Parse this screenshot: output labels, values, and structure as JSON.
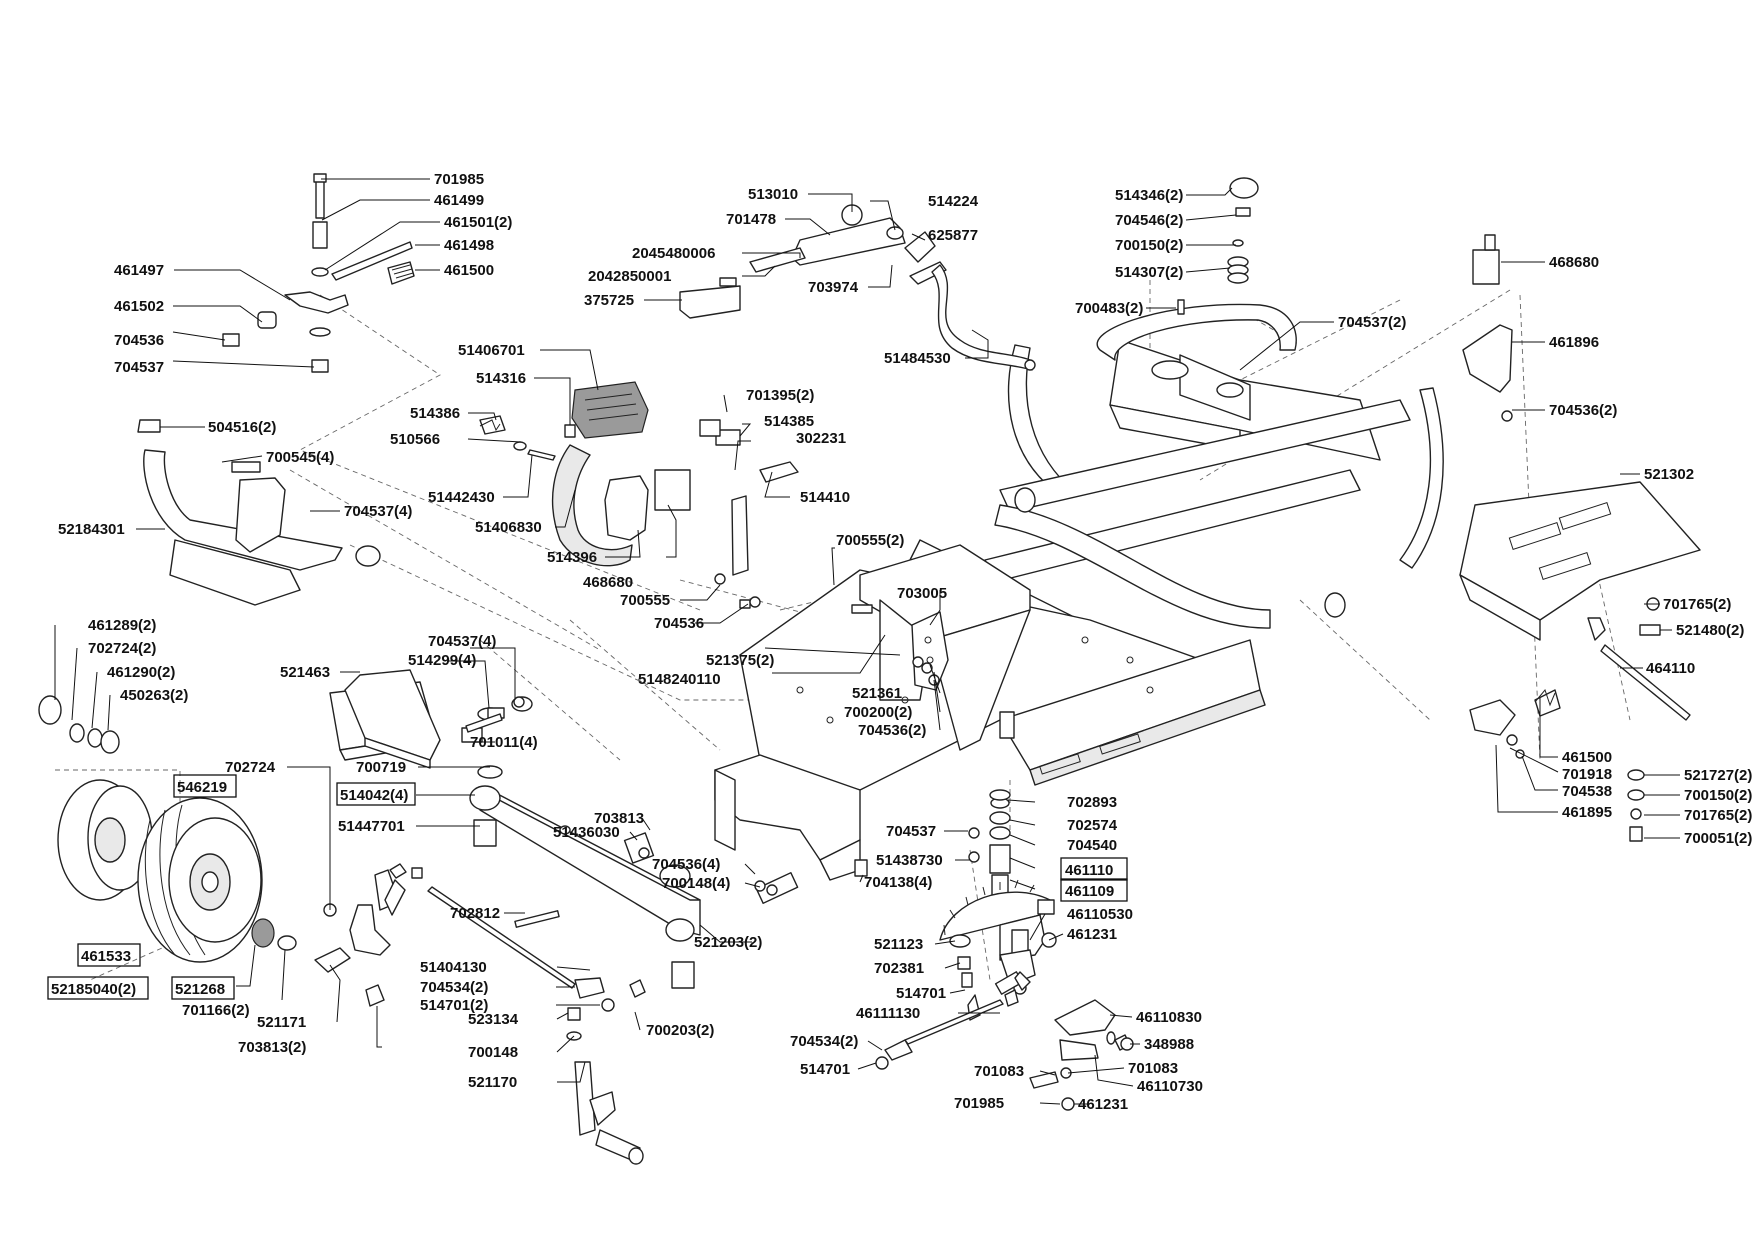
{
  "labels": {
    "l701985a": "701985",
    "l461499": "461499",
    "l461501": "461501(2)",
    "l461498": "461498",
    "l461497": "461497",
    "l461500a": "461500",
    "l461502": "461502",
    "l704536a": "704536",
    "l704537a": "704537",
    "l504516": "504516(2)",
    "l700545": "700545(4)",
    "l704537b": "704537(4)",
    "l52184301": "52184301",
    "l513010": "513010",
    "l514224": "514224",
    "l701478": "701478",
    "l625877": "625877",
    "l2045480006": "2045480006",
    "l2042850001": "2042850001",
    "l703974": "703974",
    "l375725": "375725",
    "l51484530": "51484530",
    "l51406701": "51406701",
    "l514316": "514316",
    "l514386": "514386",
    "l510566": "510566",
    "l51442430": "51442430",
    "l51406830": "51406830",
    "l514396": "514396",
    "l468680a": "468680",
    "l701395": "701395(2)",
    "l514385": "514385",
    "l302231": "302231",
    "l514410": "514410",
    "l700555a": "700555",
    "l704536b": "704536",
    "l700555b": "700555(2)",
    "l514346": "514346(2)",
    "l704546": "704546(2)",
    "l700150a": "700150(2)",
    "l514307": "514307(2)",
    "l700483": "700483(2)",
    "l704537c": "704537(2)",
    "l468680b": "468680",
    "l461896": "461896",
    "l704536c": "704536(2)",
    "l521302": "521302",
    "l701765a": "701765(2)",
    "l521480": "521480(2)",
    "l464110": "464110",
    "l461500b": "461500",
    "l701918": "701918",
    "l704538": "704538",
    "l461895": "461895",
    "l521727": "521727(2)",
    "l700150b": "700150(2)",
    "l701765b": "701765(2)",
    "l700051": "700051(2)",
    "l461289": "461289(2)",
    "l702724a": "702724(2)",
    "l461290": "461290(2)",
    "l450263": "450263(2)",
    "l521463": "521463",
    "l704537d": "704537(4)",
    "l514299": "514299(4)",
    "l701011": "701011(4)",
    "l702724b": "702724",
    "l546219": "546219",
    "l700719": "700719",
    "l514042": "514042(4)",
    "l51447701": "51447701",
    "l461533": "461533",
    "l52185040": "52185040(2)",
    "l521268": "521268",
    "l701166": "701166(2)",
    "l521171": "521171",
    "l703813a": "703813(2)",
    "l703005": "703005",
    "l521375": "521375(2)",
    "l5148240110": "5148240110",
    "l521361": "521361",
    "l700200": "700200(2)",
    "l704536d": "704536(2)",
    "l703813b": "703813",
    "l51436030": "51436030",
    "l704536e": "704536(4)",
    "l700148a": "700148(4)",
    "l702812": "702812",
    "l521203": "521203(2)",
    "l51404130": "51404130",
    "l704534a": "704534(2)",
    "l514701a": "514701(2)",
    "l700203": "700203(2)",
    "l523134": "523134",
    "l700148b": "700148",
    "l521170": "521170",
    "l704537e": "704537",
    "l51438730": "51438730",
    "l704138": "704138(4)",
    "l702893": "702893",
    "l702574": "702574",
    "l704540": "704540",
    "l461110": "461110",
    "l461109": "461109",
    "l46110530": "46110530",
    "l461231a": "461231",
    "l521123": "521123",
    "l702381": "702381",
    "l514701b": "514701",
    "l46111130": "46111130",
    "l46110830": "46110830",
    "l348988": "348988",
    "l701083a": "701083",
    "l701083b": "701083",
    "l46110730": "46110730",
    "l704534b": "704534(2)",
    "l514701c": "514701",
    "l701985b": "701985",
    "l461231b": "461231"
  }
}
